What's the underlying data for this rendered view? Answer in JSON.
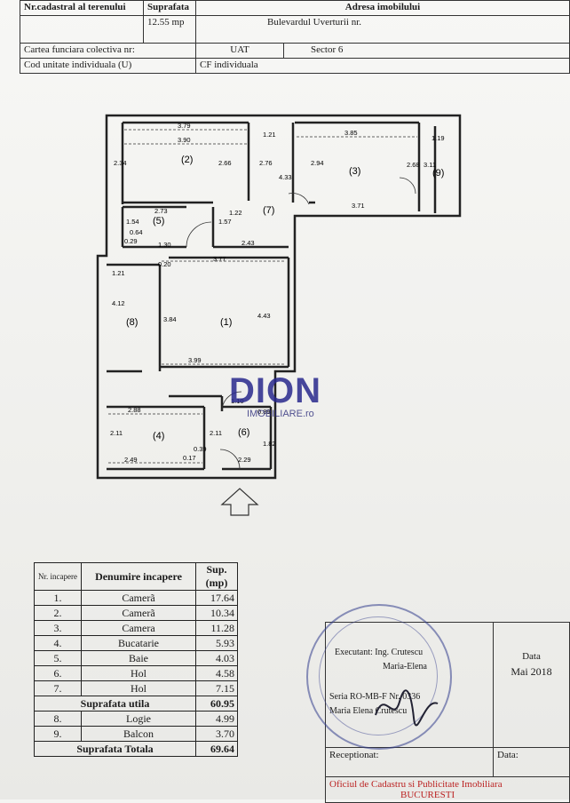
{
  "header": {
    "nr_cadastral_label": "Nr.cadastral al terenului",
    "suprafata_label": "Suprafata",
    "suprafata_value": "12.55 mp",
    "adresa_label": "Adresa imobilului",
    "adresa_value": "Bulevardul Uverturii nr.",
    "carte_funciara_label": "Cartea funciara colectiva nr:",
    "uat_label": "UAT",
    "uat_value": "Sector 6",
    "cod_unitate_label": "Cod unitate individuala (U)",
    "cf_individuala_label": "CF individuala"
  },
  "plan": {
    "rooms": [
      "(1)",
      "(2)",
      "(3)",
      "(4)",
      "(5)",
      "(6)",
      "(7)",
      "(8)",
      "(9)"
    ],
    "dims": [
      "3.79",
      "3.90",
      "1.21",
      "3.85",
      "1.19",
      "2.34",
      "2.66",
      "2.76",
      "4.33",
      "2.94",
      "2.68",
      "3.11",
      "2.73",
      "1.57",
      "1.22",
      "1.54",
      "0.64",
      "0.29",
      "1.30",
      "2.43",
      "3.71",
      "0.20",
      "3.77",
      "1.21",
      "4.12",
      "3.84",
      "4.43",
      "3.99",
      "2.88",
      "1.10",
      "0.89",
      "2.11",
      "2.11",
      "1.82",
      "2.49",
      "0.39",
      "0.17",
      "2.29"
    ]
  },
  "watermark": {
    "brand": "DION",
    "sub": "IMOBILIARE.ro"
  },
  "rooms_table": {
    "headers": {
      "nr": "Nr. incapere",
      "name": "Denumire incapere",
      "sup": "Sup.(mp)"
    },
    "rows": [
      {
        "nr": "1.",
        "name": "Camerã",
        "sup": "17.64"
      },
      {
        "nr": "2.",
        "name": "Camerã",
        "sup": "10.34"
      },
      {
        "nr": "3.",
        "name": "Camera",
        "sup": "11.28"
      },
      {
        "nr": "4.",
        "name": "Bucatarie",
        "sup": "5.93"
      },
      {
        "nr": "5.",
        "name": "Baie",
        "sup": "4.03"
      },
      {
        "nr": "6.",
        "name": "Hol",
        "sup": "4.58"
      },
      {
        "nr": "7.",
        "name": "Hol",
        "sup": "7.15"
      }
    ],
    "utila_label": "Suprafata utila",
    "utila_value": "60.95",
    "extra_rows": [
      {
        "nr": "8.",
        "name": "Logie",
        "sup": "4.99"
      },
      {
        "nr": "9.",
        "name": "Balcon",
        "sup": "3.70"
      }
    ],
    "total_label": "Suprafata Totala",
    "total_value": "69.64"
  },
  "executor": {
    "label": "Executant: Ing. Crutescu",
    "name": "Maria-Elena",
    "data_label": "Data",
    "data_value": "Mai 2018",
    "cert_line": "Seria RO-MB-F Nr. 0336",
    "signer": "Maria Elena Crutescu",
    "receptionat_label": "Receptionat:",
    "data2_label": "Data:",
    "office": "Oficiul de Cadastru si Publicitate Imobiliara",
    "office_city": "BUCURESTI"
  }
}
